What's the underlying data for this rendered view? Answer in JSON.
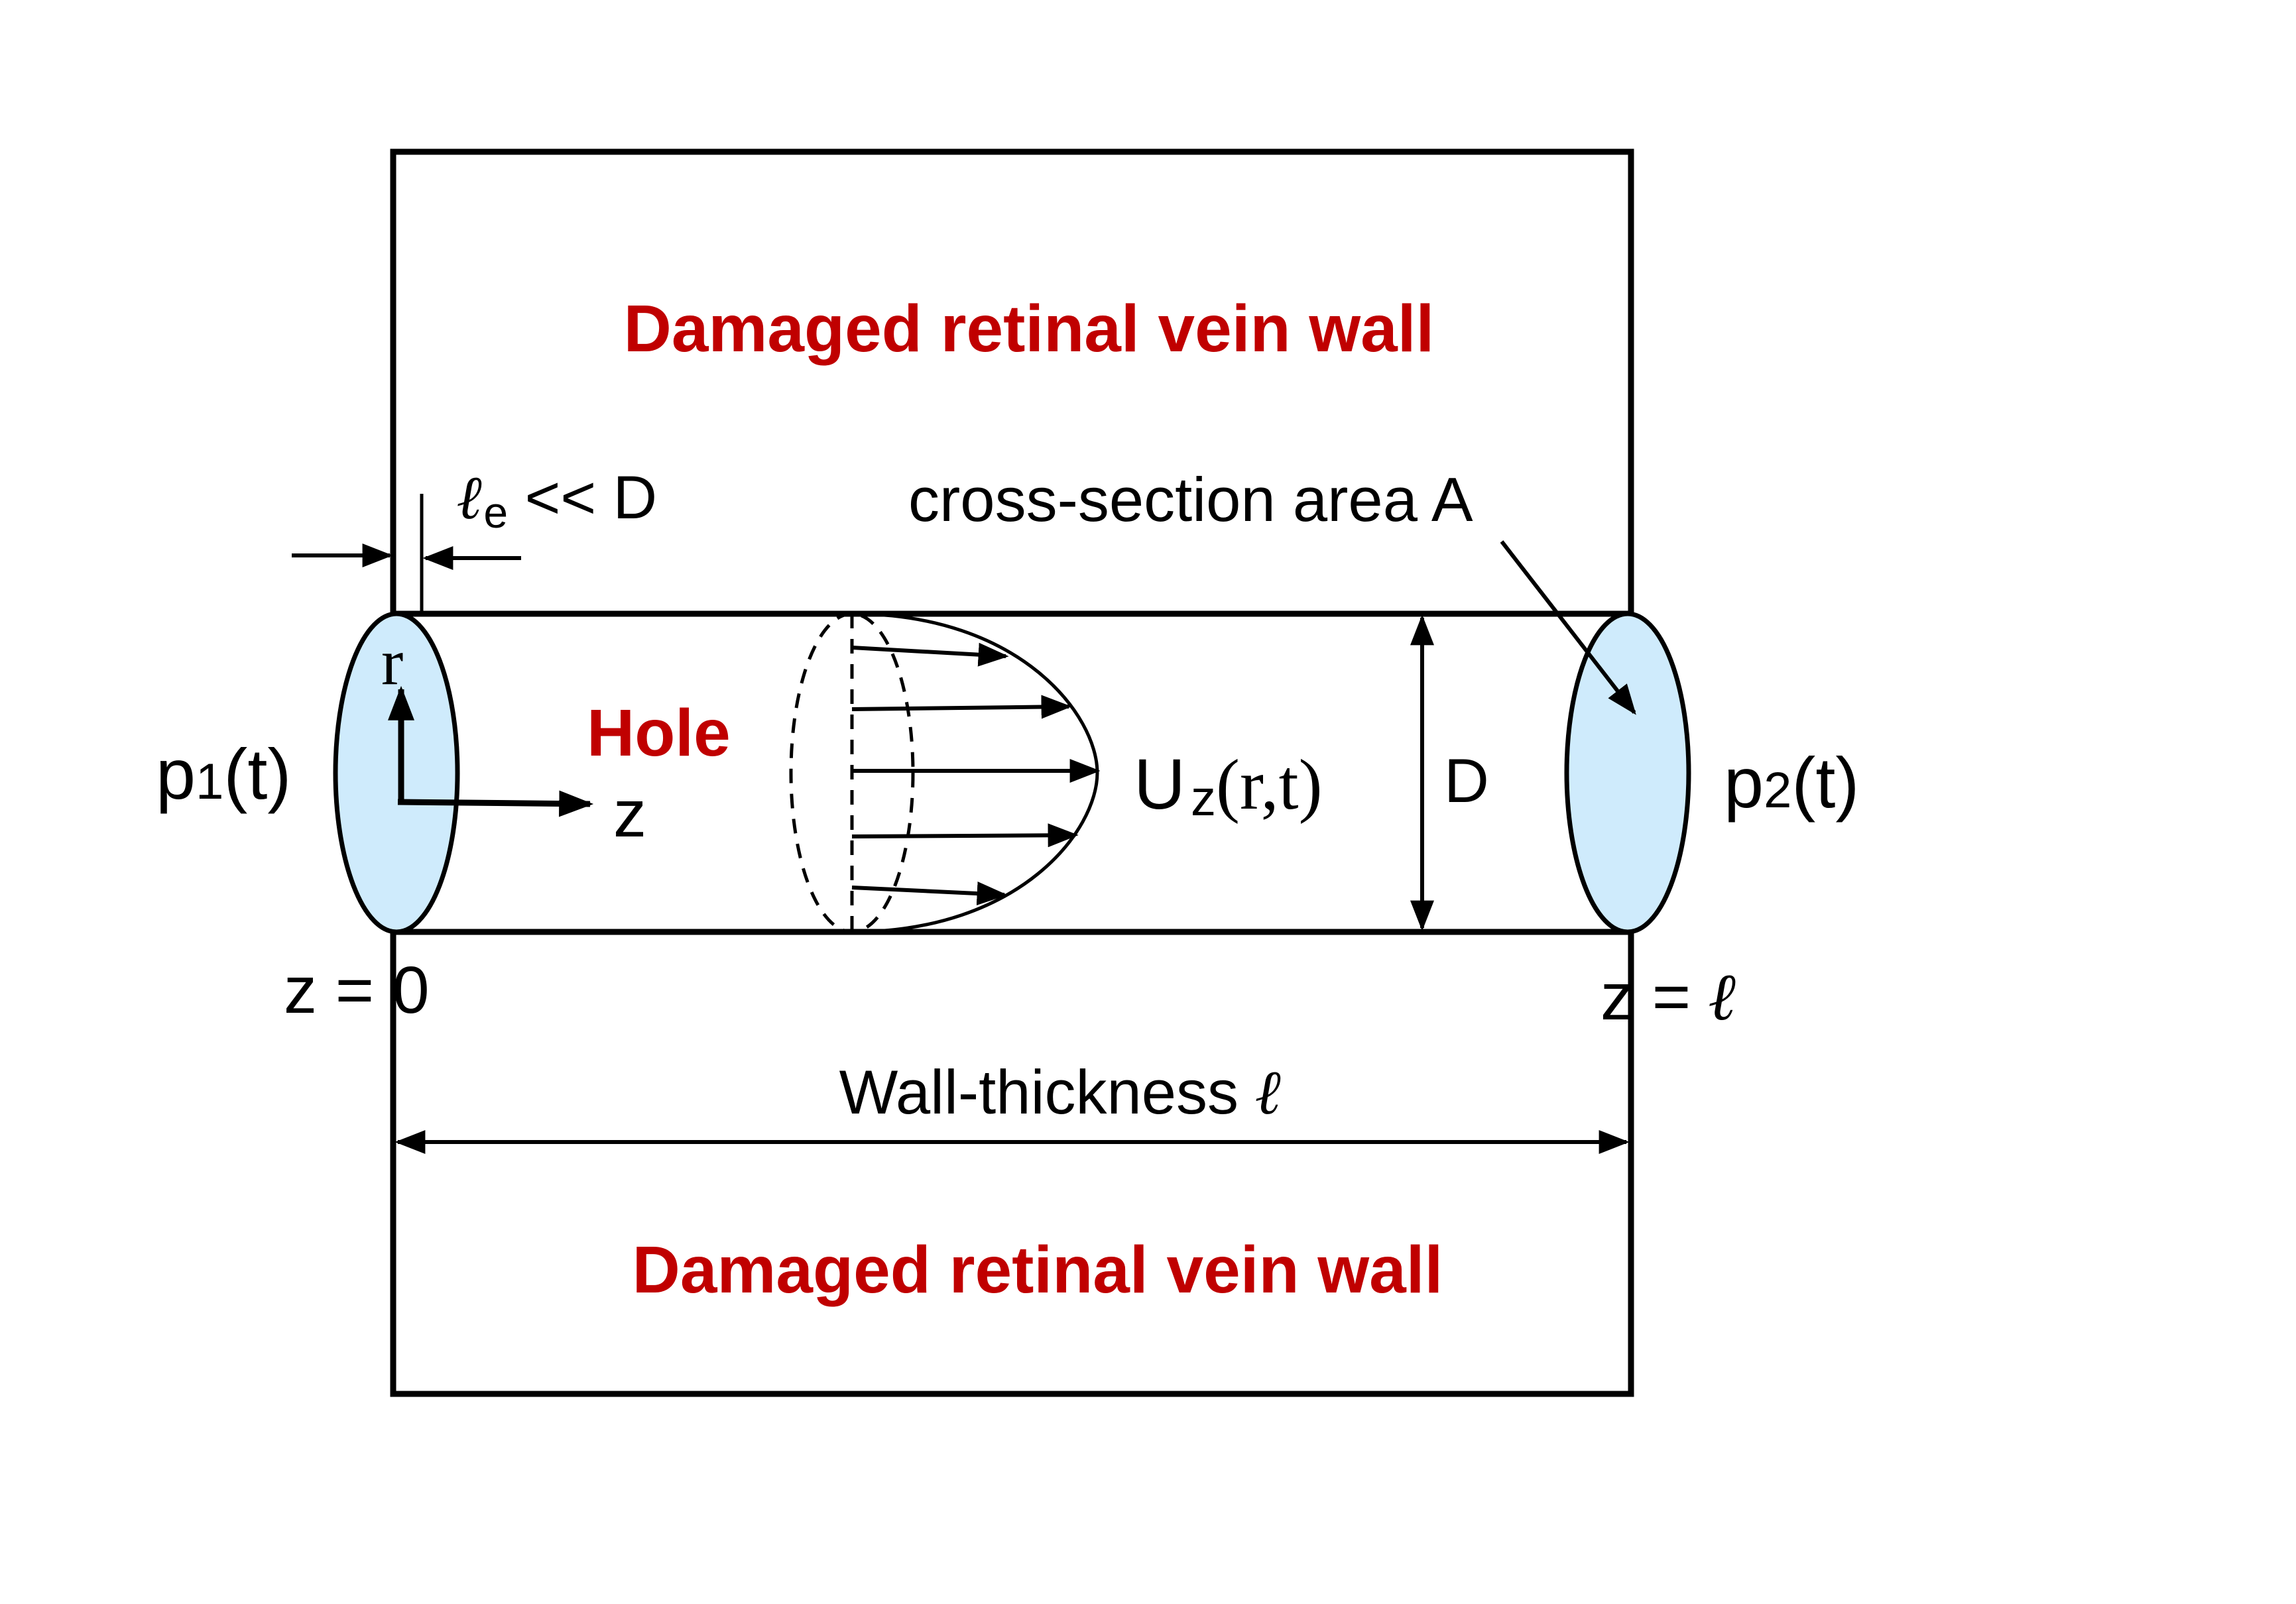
{
  "colors": {
    "label_red": "#C00000",
    "end_fill": "#CFEBFC",
    "stroke": "#000000"
  },
  "labels": {
    "top_wall": "Damaged retinal vein wall",
    "bottom_wall": "Damaged retinal vein wall",
    "hole": "Hole",
    "entrance_length_symbol": "ℓ",
    "entrance_length_sub": "e",
    "entrance_length_rest": " << D",
    "cross_section": "cross-section area A",
    "r_axis": "r",
    "z_axis": "z",
    "velocity_main": "U",
    "velocity_sub": "z",
    "velocity_args": "(r,t)",
    "diameter": "D",
    "p1_main": "p",
    "p1_sub": "1",
    "p1_args": "(t)",
    "p2_main": "p",
    "p2_sub": "2",
    "p2_args": "(t)",
    "z_start": "z = 0",
    "z_end_prefix": "z = ",
    "z_end_symbol": "ℓ",
    "wall_thickness_prefix": "Wall-thickness ",
    "wall_thickness_symbol": "ℓ"
  }
}
